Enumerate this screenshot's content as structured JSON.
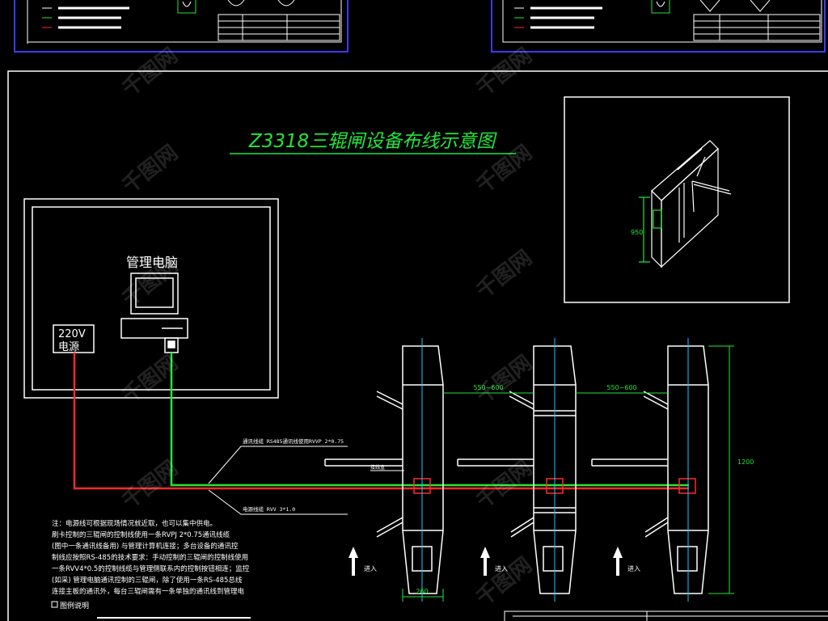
{
  "title": "Z3318三辊闸设备布线示意图",
  "computer_label": "管理电脑",
  "power_label_line1": "220V",
  "power_label_line2": "电源",
  "dim_spacing": "550~600",
  "dim_spacing_2": "550~600",
  "dim_height": "1200",
  "dim_width": "260",
  "dim_inset_height": "950",
  "entry_label": "进入",
  "cable_label_top": "通讯线缆 RS485通讯线使用RVVP 2*0.75",
  "cable_label_bottom": "电源线缆 RVV 3*1.0",
  "junction_label": "接线盒",
  "notes": [
    "注：电源线可根据现场情况就近取，也可以集中供电。",
    "  刷卡控制的三辊闸的控制线使用一条RVPJ 2*0.75通讯线缆",
    "  (图中一条通讯线备用) 与管理计算机连接；多台设备的通讯控",
    "  制线应按照RS-485的技术要求：手动控制的三辊闸的控制线使用",
    "  一条RVV4*0.5的控制线缆与管理侧联系内的控制按钮相连；监控",
    "  (如采) 管理电脑通讯控制的三辊闸，除了使用一条RS-485总线",
    "  连接主板的通讯外，每台三辊闸需有一条单独的通讯线到管理电"
  ],
  "legend_label": "图例说明",
  "watermark": "千图网",
  "colors": {
    "background": "#000000",
    "cad_line": "#ffffff",
    "power_cable": "#ff2a2a",
    "signal_cable": "#22e63a",
    "center_axis": "#1ec8ff",
    "dimension": "#22e63a",
    "sheet_border": "#3a3aff"
  }
}
